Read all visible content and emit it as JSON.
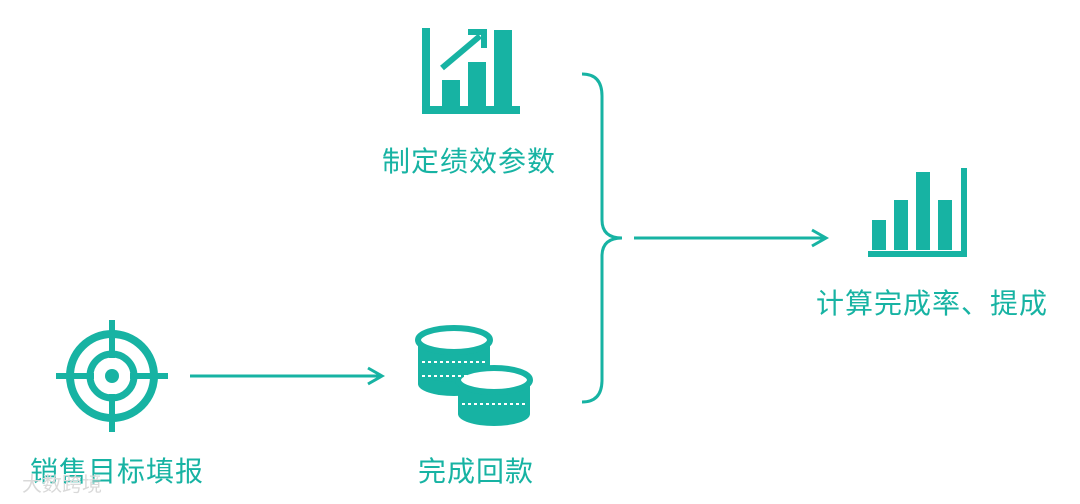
{
  "colors": {
    "accent": "#17b3a3",
    "watermark": "#d9d9d9"
  },
  "nodes": {
    "set_params": {
      "label": "制定绩效参数",
      "icon": "growth-bar-chart-icon"
    },
    "calc": {
      "label": "计算完成率、提成",
      "icon": "bar-chart-icon"
    },
    "target": {
      "label": "销售目标填报",
      "icon": "target-crosshair-icon"
    },
    "payment": {
      "label": "完成回款",
      "icon": "coin-stack-icon"
    }
  },
  "watermark": {
    "text": "大数跨境"
  }
}
